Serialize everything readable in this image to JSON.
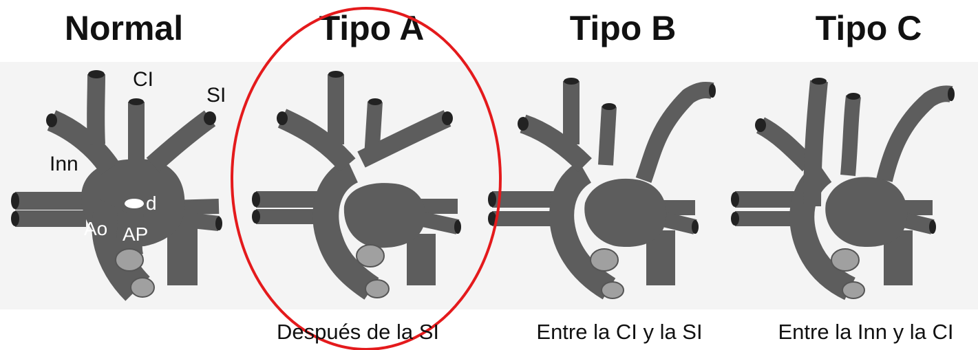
{
  "panels": [
    {
      "title": "Normal",
      "caption": ""
    },
    {
      "title": "Tipo A",
      "caption": "Después de la SI"
    },
    {
      "title": "Tipo B",
      "caption": "Entre la CI y la SI"
    },
    {
      "title": "Tipo C",
      "caption": "Entre la Inn y la CI"
    }
  ],
  "labels": {
    "ci": "CI",
    "si": "SI",
    "inn": "Inn",
    "d": "d",
    "ao": "Ao",
    "ap": "AP"
  },
  "highlight": {
    "panel": "Tipo A",
    "color": "#e41a1c"
  },
  "colors": {
    "vessel": "#5d5d5d",
    "valve": "#a0a0a0",
    "background": "#f4f4f4"
  }
}
